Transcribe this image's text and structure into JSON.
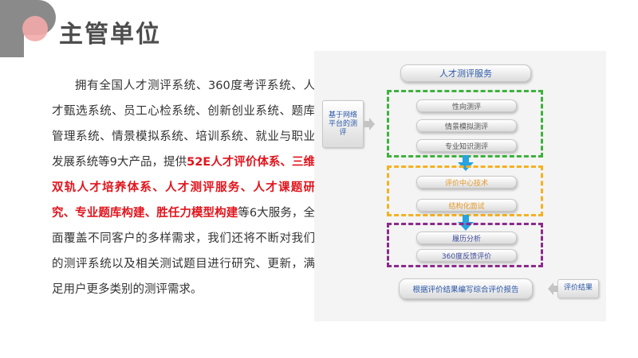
{
  "header": {
    "title": "主管单位"
  },
  "body": {
    "p1": "拥有全国人才测评系统、360度考评系统、人才甄选系统、员工心检系统、创新创业系统、题库管理系统、情景模拟系统、培训系统、就业与职业发展系统等9大产品，提供",
    "h1": "52E人才评价体系、三维双轨人才培养体系、人才测评服务、人才课题研究、专业题库构建、胜任力模型构建",
    "p2": "等6大服务，全面覆盖不同客户的多样需求，我们还将不断对我们的测评系统以及相关测试题目进行研究、更新，满足用户更多类别的测评需求。"
  },
  "diagram": {
    "top": "人才测评服务",
    "green_items": [
      "性向测评",
      "情景模拟测评",
      "专业知识测评"
    ],
    "orange_items": [
      "评价中心技术",
      "结构化面试"
    ],
    "purple_items": [
      "履历分析",
      "360度反馈评价"
    ],
    "bottom": "根据评价结果编写综合评价报告",
    "left_label": "基于网络平台的测评",
    "right_label": "评价结果"
  },
  "colors": {
    "accent_red": "#e0151d",
    "green": "#3db23d",
    "orange": "#f4b223",
    "purple": "#8c2a8c",
    "blue_arrow": "#27a3df"
  }
}
